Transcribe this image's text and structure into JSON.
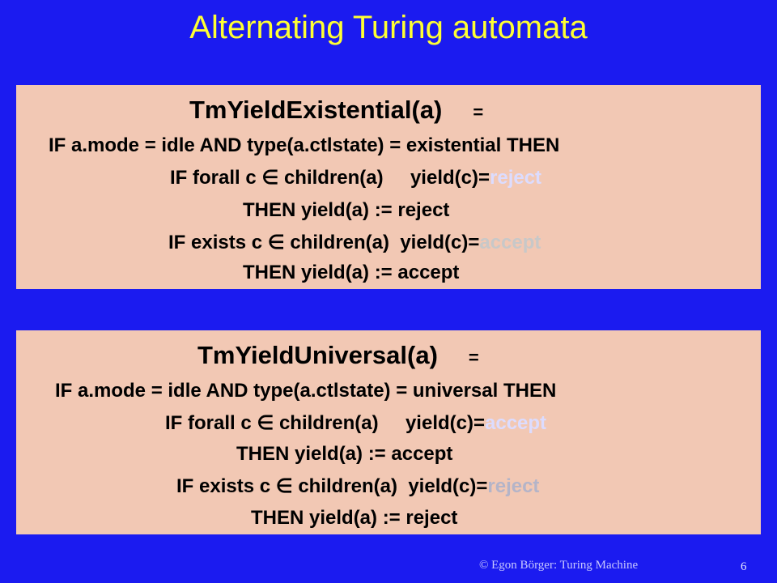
{
  "title": "Alternating Turing automata",
  "existential": {
    "name": "TmYieldExistential(a)",
    "eq": "=",
    "cond": "IF a.mode = idle AND type(a.ctlstate) = existential THEN",
    "if1_prefix": "IF forall c",
    "if1_middle": "children(a)     yield(c)=",
    "if1_value": "reject",
    "then1": "THEN  yield(a) :=  reject",
    "if2_prefix": "IF exists c",
    "if2_middle": "children(a)  yield(c)=",
    "if2_value": "accept",
    "then2": "THEN yield(a) := accept"
  },
  "universal": {
    "name": "TmYieldUniversal(a)",
    "eq": "=",
    "cond": "IF a.mode = idle AND type(a.ctlstate) = universal THEN",
    "if1_prefix": "IF forall c",
    "if1_middle": "children(a)     yield(c)=",
    "if1_value": "accept",
    "then1": "THEN  yield(a) :=  accept",
    "if2_prefix": "IF exists c",
    "if2_middle": "children(a)  yield(c)=",
    "if2_value": "reject",
    "then2": "THEN yield(a) := reject"
  },
  "element_of_symbol": "∈",
  "footer": "© Egon Börger: Turing Machine",
  "page_number": "6",
  "colors": {
    "background": "#1b1bf0",
    "title": "#ffff33",
    "box": "#f2c8b4"
  }
}
